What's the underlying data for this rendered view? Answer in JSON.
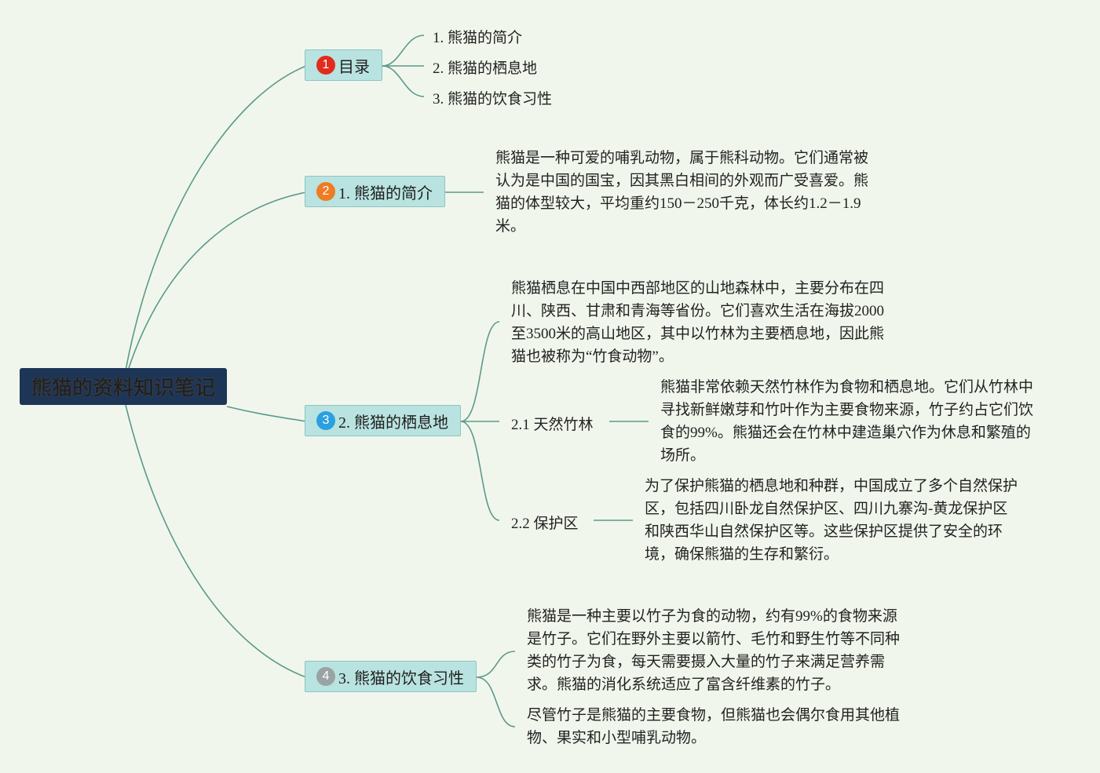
{
  "colors": {
    "link": "#5a9a8c",
    "root_bg": "#1d3557",
    "branch_bg": "#b9e3e0",
    "badge_1": "#e02b1e",
    "badge_2": "#ef7b22",
    "badge_3": "#2b9fe0",
    "badge_4": "#9aa3a3"
  },
  "root": {
    "title": "熊猫的资料知识笔记"
  },
  "branches": [
    {
      "badge": "1",
      "label": "目录",
      "children": [
        "1. 熊猫的简介",
        "2. 熊猫的栖息地",
        "3. 熊猫的饮食习性"
      ]
    },
    {
      "badge": "2",
      "label": "1. 熊猫的简介",
      "text_lines": [
        "熊猫是一种可爱的哺乳动物，属于熊科动物。它们通常被",
        "认为是中国的国宝，因其黑白相间的外观而广受喜爱。熊",
        "猫的体型较大，平均重约150－250千克，体长约1.2－1.9",
        "米。"
      ]
    },
    {
      "badge": "3",
      "label": "2. 熊猫的栖息地",
      "text_lines": [
        "熊猫栖息在中国中西部地区的山地森林中，主要分布在四",
        "川、陕西、甘肃和青海等省份。它们喜欢生活在海拔2000",
        "至3500米的高山地区，其中以竹林为主要栖息地，因此熊",
        "猫也被称为“竹食动物”。"
      ],
      "subs": [
        {
          "label": "2.1 天然竹林",
          "text_lines": [
            "熊猫非常依赖天然竹林作为食物和栖息地。它们从竹林中",
            "寻找新鲜嫩芽和竹叶作为主要食物来源，竹子约占它们饮",
            "食的99%。熊猫还会在竹林中建造巢穴作为休息和繁殖的",
            "场所。"
          ]
        },
        {
          "label": "2.2 保护区",
          "text_lines": [
            "为了保护熊猫的栖息地和种群，中国成立了多个自然保护",
            "区，包括四川卧龙自然保护区、四川九寨沟-黄龙保护区",
            "和陕西华山自然保护区等。这些保护区提供了安全的环",
            "境，确保熊猫的生存和繁衍。"
          ]
        }
      ]
    },
    {
      "badge": "4",
      "label": "3. 熊猫的饮食习性",
      "text_blocks": [
        [
          "熊猫是一种主要以竹子为食的动物，约有99%的食物来源",
          "是竹子。它们在野外主要以箭竹、毛竹和野生竹等不同种",
          "类的竹子为食，每天需要摄入大量的竹子来满足营养需",
          "求。熊猫的消化系统适应了富含纤维素的竹子。"
        ],
        [
          "尽管竹子是熊猫的主要食物，但熊猫也会偶尔食用其他植",
          "物、果实和小型哺乳动物。"
        ]
      ]
    }
  ]
}
